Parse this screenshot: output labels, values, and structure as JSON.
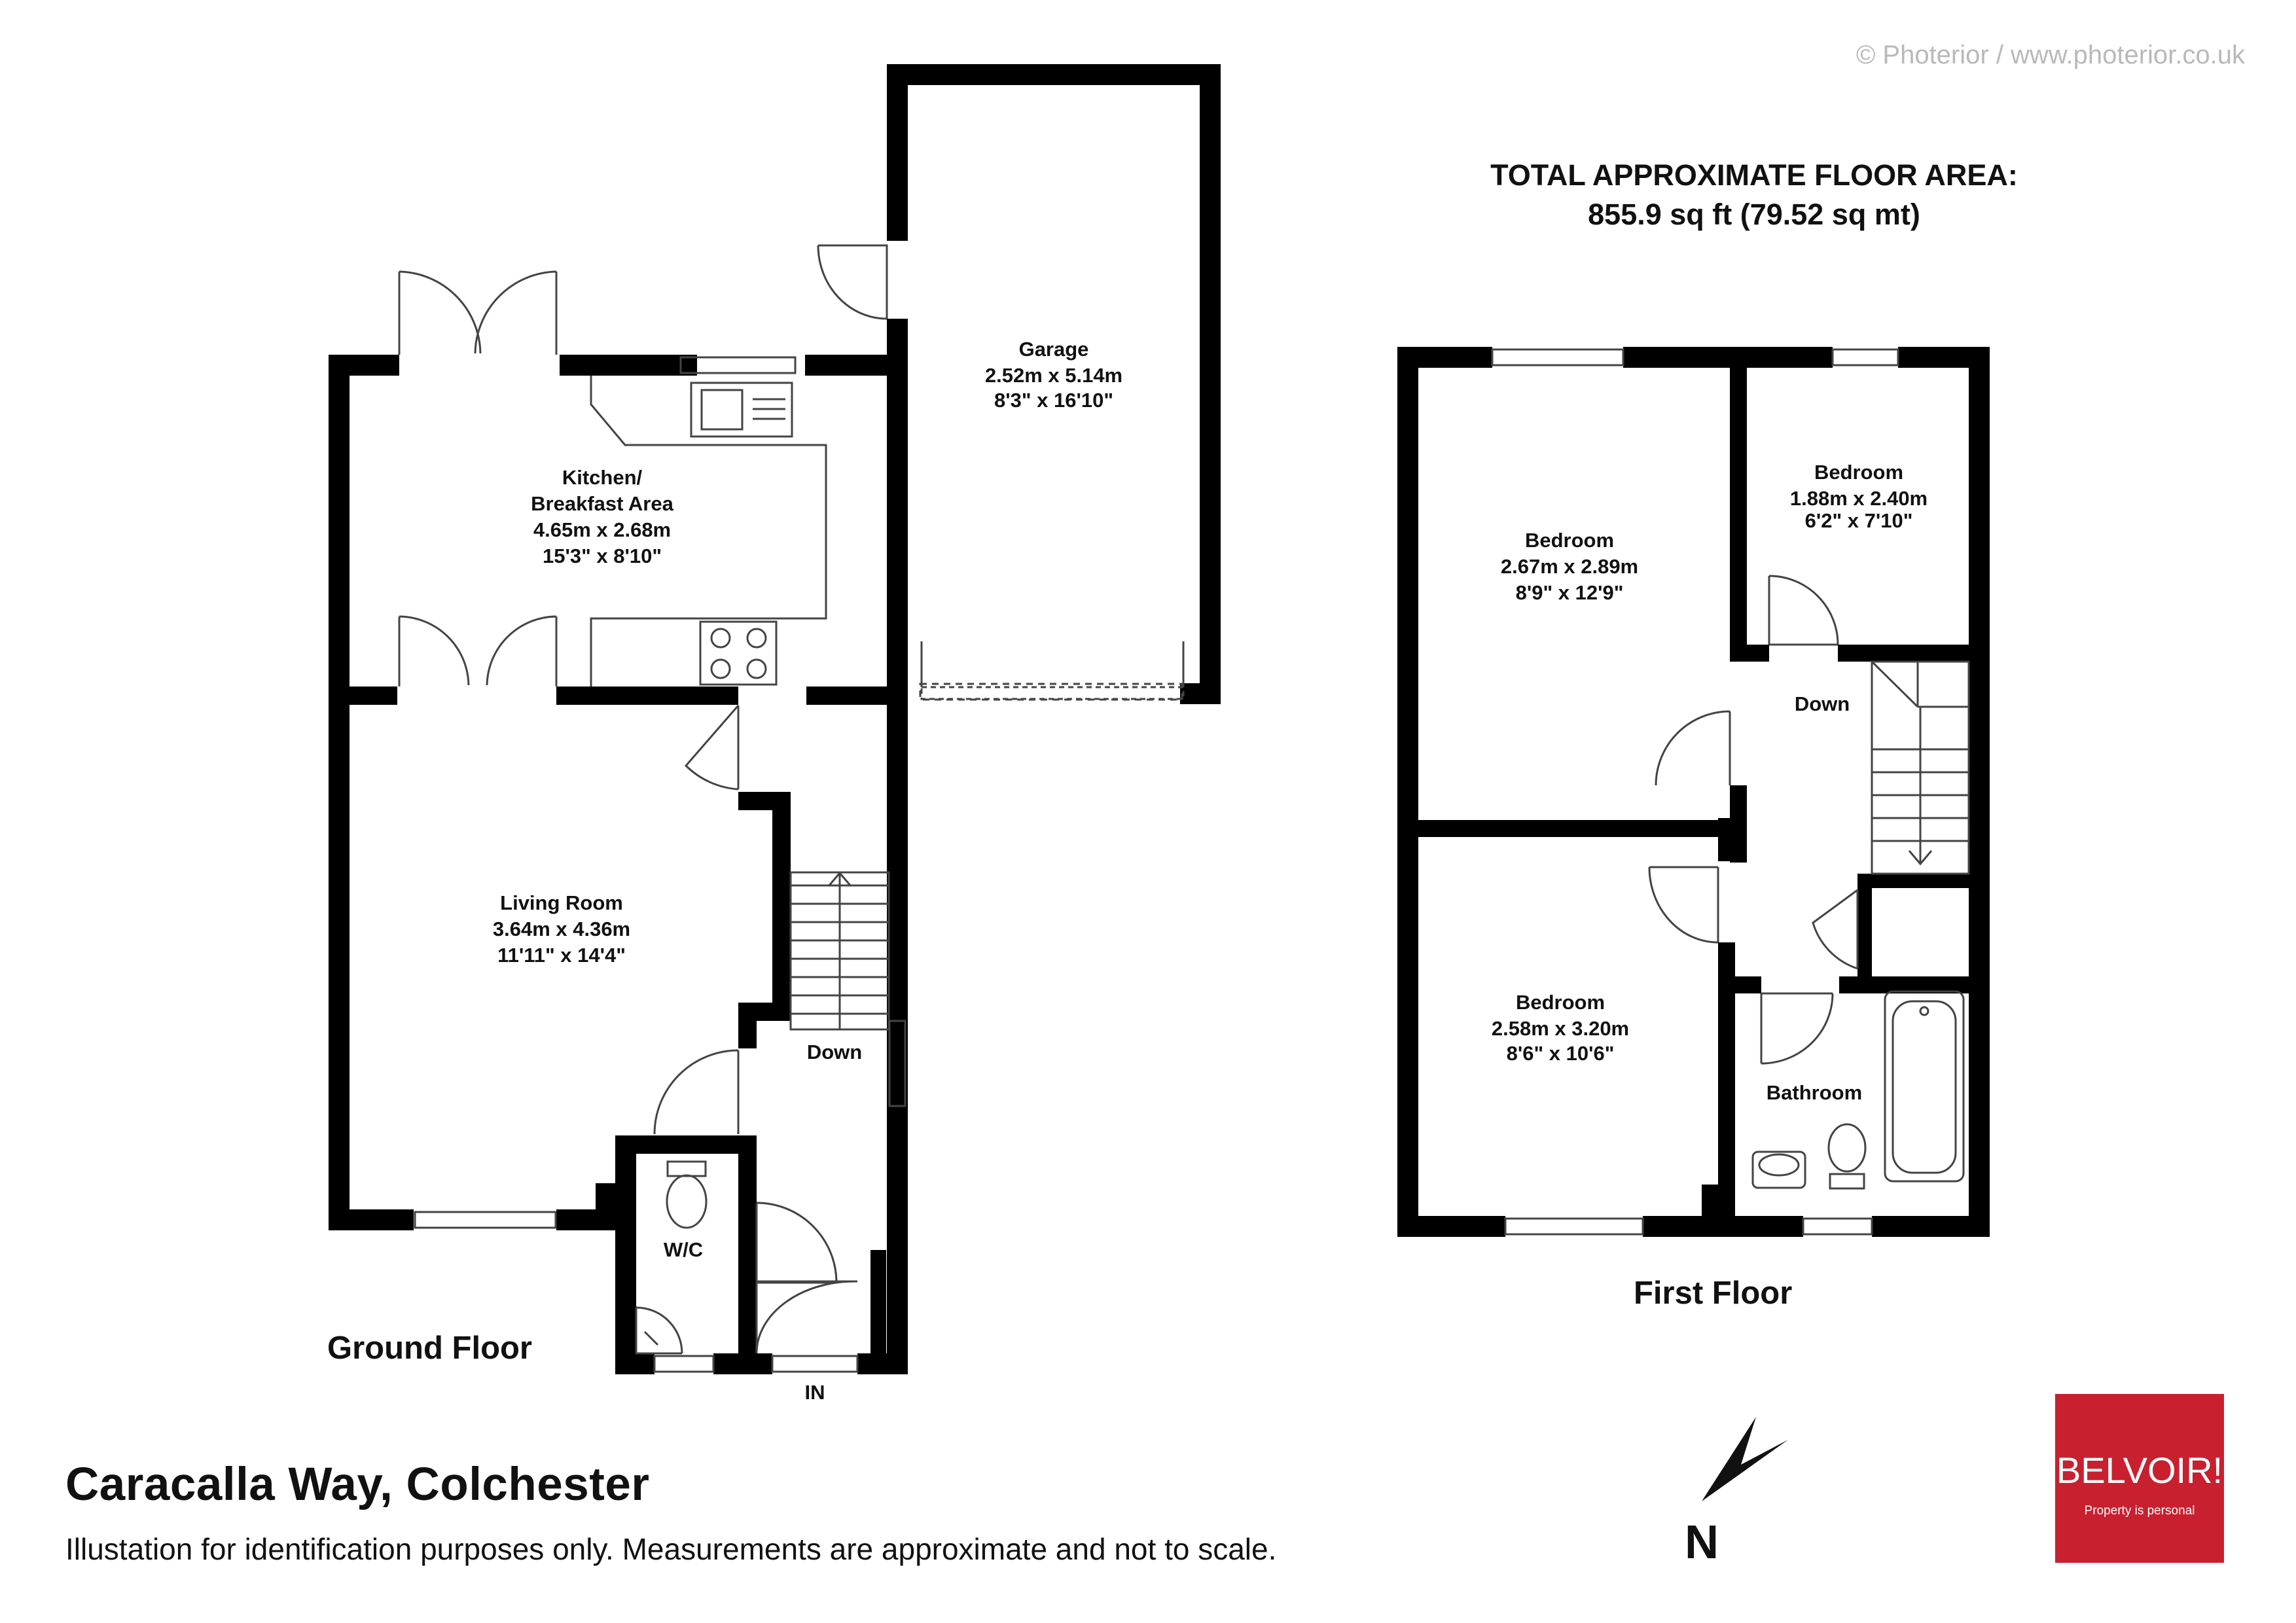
{
  "copyright": "© Photerior / www.photerior.co.uk",
  "total_area": {
    "line1": "TOTAL APPROXIMATE FLOOR AREA:",
    "line2": "855.9 sq ft (79.52 sq mt)"
  },
  "ground_floor": {
    "label": "Ground Floor",
    "rooms": {
      "garage": {
        "name": "Garage",
        "metric": "2.52m x 5.14m",
        "imperial": "8'3\"  x 16'10\""
      },
      "kitchen": {
        "name1": "Kitchen/",
        "name2": "Breakfast Area",
        "metric": "4.65m x 2.68m",
        "imperial": "15'3\"  x 8'10\""
      },
      "living": {
        "name": "Living Room",
        "metric": "3.64m x 4.36m",
        "imperial": "11'11\"  x 14'4\""
      },
      "wc": {
        "name": "W/C"
      }
    },
    "stairs_label": "Down",
    "entrance_label": "IN"
  },
  "first_floor": {
    "label": "First Floor",
    "rooms": {
      "bed1": {
        "name": "Bedroom",
        "metric": "2.67m x 2.89m",
        "imperial": "8'9\"  x 12'9\""
      },
      "bed2": {
        "name": "Bedroom",
        "metric": "1.88m x 2.40m",
        "imperial": "6'2\"  x 7'10\""
      },
      "bed3": {
        "name": "Bedroom",
        "metric": "2.58m x 3.20m",
        "imperial": "8'6\"  x 10'6\""
      },
      "bathroom": {
        "name": "Bathroom"
      }
    },
    "stairs_label": "Down"
  },
  "address": "Caracalla Way, Colchester",
  "disclaimer": "Illustation for identification purposes only. Measurements are approximate and not to scale.",
  "compass": {
    "label": "N"
  },
  "logo": {
    "name": "BELVOIR!",
    "tagline": "Property is personal",
    "color": "#c8202f"
  },
  "colors": {
    "wall": "#000000",
    "fixture": "#444444"
  }
}
